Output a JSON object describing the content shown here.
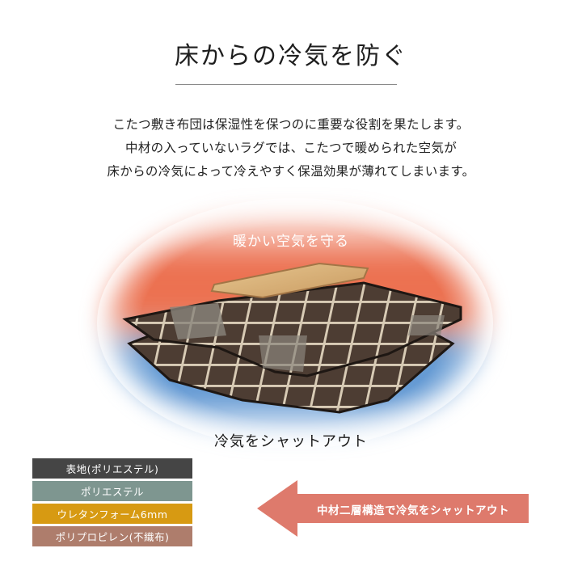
{
  "header": {
    "title": "床からの冷気を防ぐ"
  },
  "description": {
    "lines": [
      "こたつ敷き布団は保湿性を保つのに重要な役割を果たします。",
      "中材の入っていないラグでは、こたつで暖められた空気が",
      "床からの冷気によって冷えやすく保温効果が薄れてしまいます。"
    ]
  },
  "illustration": {
    "warm_label": "暖かい空気を守る",
    "cold_label": "冷気をシャットアウト",
    "warm_color": "#EC7050",
    "cold_color": "#5F96D2",
    "table_color": "#D9B27A",
    "futon_color": "#4A3A30"
  },
  "layers": [
    {
      "label": "表地(ポリエステル)",
      "color": "#454545"
    },
    {
      "label": "ポリエステル",
      "color": "#7E9690"
    },
    {
      "label": "ウレタンフォーム6mm",
      "color": "#D79A12"
    },
    {
      "label": "ポリプロピレン(不織布)",
      "color": "#AE7D6C"
    }
  ],
  "callout": {
    "label": "中材二層構造で冷気をシャットアウト",
    "color": "#DE7A6C"
  }
}
